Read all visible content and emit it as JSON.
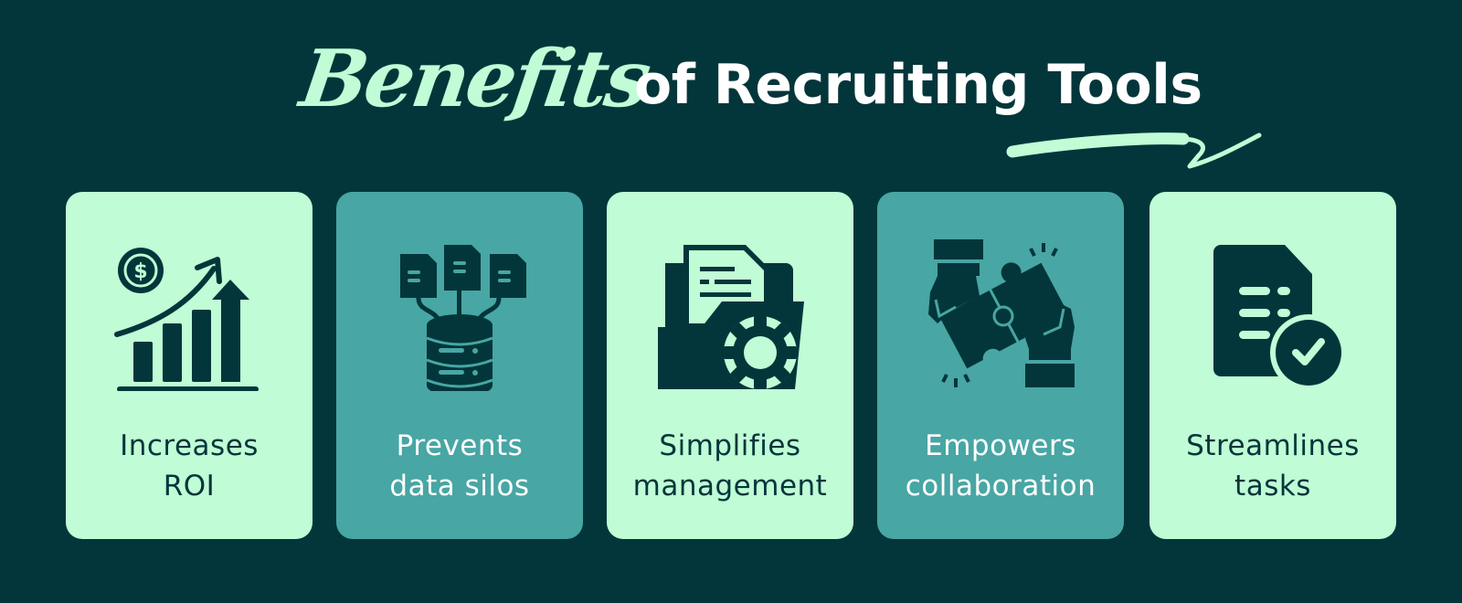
{
  "title": {
    "script_word": "Benefits",
    "rest": "of Recruiting Tools"
  },
  "colors": {
    "background": "#03363a",
    "mint": "#c0fcd6",
    "teal": "#48a6a4",
    "ink": "#03363a",
    "white": "#ffffff"
  },
  "cards": [
    {
      "style": "light",
      "icon": "roi-growth-chart-icon",
      "line1": "Increases",
      "line2": "ROI"
    },
    {
      "style": "teal",
      "icon": "database-documents-icon",
      "line1": "Prevents",
      "line2": "data silos"
    },
    {
      "style": "light",
      "icon": "folder-gear-icon",
      "line1": "Simplifies",
      "line2": "management"
    },
    {
      "style": "teal",
      "icon": "puzzle-hands-icon",
      "line1": "Empowers",
      "line2": "collaboration"
    },
    {
      "style": "light",
      "icon": "document-checkmark-icon",
      "line1": "Streamlines",
      "line2": "tasks"
    }
  ]
}
